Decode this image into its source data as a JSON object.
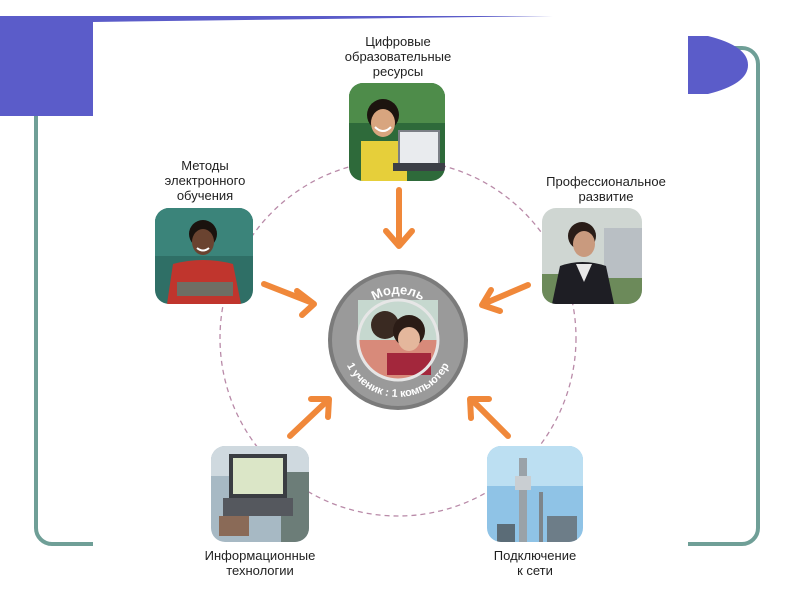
{
  "diagram": {
    "center": {
      "title": "Модель",
      "subtitle": "1 ученик : 1 компьютер",
      "photo_icon": "child-with-laptop-photo"
    },
    "nodes": [
      {
        "id": "digital-resources",
        "label": "Цифровые\nобразовательные\nресурсы",
        "photo_icon": "student-with-laptop-photo"
      },
      {
        "id": "professional-development",
        "label": "Профессиональное\nразвитие",
        "photo_icon": "teacher-photo"
      },
      {
        "id": "network-connection",
        "label": "Подключение\nк сети",
        "photo_icon": "antenna-tower-photo"
      },
      {
        "id": "information-technology",
        "label": "Информационные\nтехнологии",
        "photo_icon": "laptop-photo"
      },
      {
        "id": "e-learning-methods",
        "label": "Методы\nэлектронного\nобучения",
        "photo_icon": "teacher-with-tablet-photo"
      }
    ],
    "arrow_color": "#f0883a",
    "ring_color": "#b98aa8",
    "frame_color": "#6f9f97",
    "header_color": "#5b5cc9"
  }
}
